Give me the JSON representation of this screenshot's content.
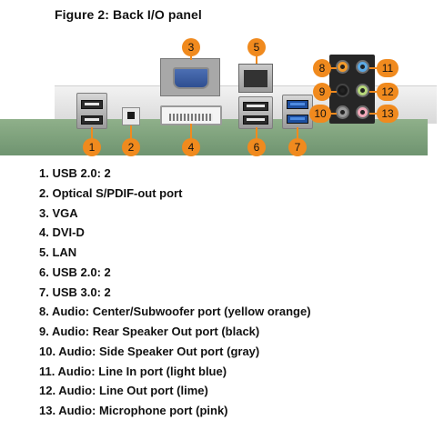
{
  "figure": {
    "title": "Figure 2: Back I/O panel"
  },
  "callouts": [
    "1",
    "2",
    "3",
    "4",
    "5",
    "6",
    "7",
    "8",
    "9",
    "10",
    "11",
    "12",
    "13"
  ],
  "legend": [
    "1. USB 2.0: 2",
    "2. Optical S/PDIF-out port",
    "3. VGA",
    "4. DVI-D",
    "5. LAN",
    "6. USB 2.0: 2",
    "7. USB 3.0: 2",
    "8. Audio: Center/Subwoofer port (yellow orange)",
    "9. Audio: Rear Speaker Out port (black)",
    "10. Audio: Side Speaker Out port (gray)",
    "11. Audio: Line In port (light blue)",
    "12. Audio: Line Out port (lime)",
    "13. Audio: Microphone port (pink)"
  ],
  "colors": {
    "callout": "#f08a1e",
    "audio_center_sub": "#f39a2b",
    "audio_rear": "#1a1a1a",
    "audio_side": "#9a9a9a",
    "audio_line_in": "#5aa9e6",
    "audio_line_out": "#b5d77a",
    "audio_mic": "#f2a7b8"
  }
}
